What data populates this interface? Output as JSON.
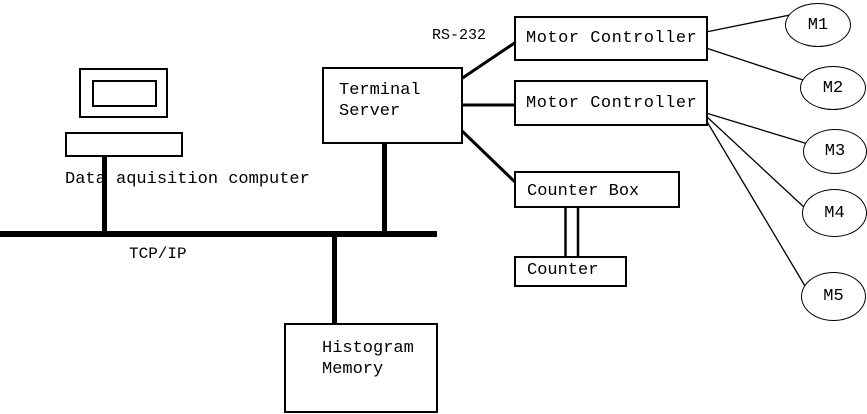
{
  "nodes": {
    "data_acquisition_computer": {
      "label": "Data aquisition computer"
    },
    "terminal_server": {
      "line1": "Terminal",
      "line2": "Server"
    },
    "motor_controller_1": {
      "label": "Motor Controller"
    },
    "motor_controller_2": {
      "label": "Motor Controller"
    },
    "counter_box": {
      "label": "Counter Box"
    },
    "counter": {
      "label": "Counter"
    },
    "histogram_memory": {
      "line1": "Histogram",
      "line2": "Memory"
    },
    "motors": [
      {
        "label": "M1"
      },
      {
        "label": "M2"
      },
      {
        "label": "M3"
      },
      {
        "label": "M4"
      },
      {
        "label": "M5"
      }
    ]
  },
  "links": {
    "serial_label": "RS-232",
    "bus_label": "TCP/IP"
  },
  "colors": {
    "line": "#000000",
    "background": "#ffffff",
    "text": "#000000"
  }
}
